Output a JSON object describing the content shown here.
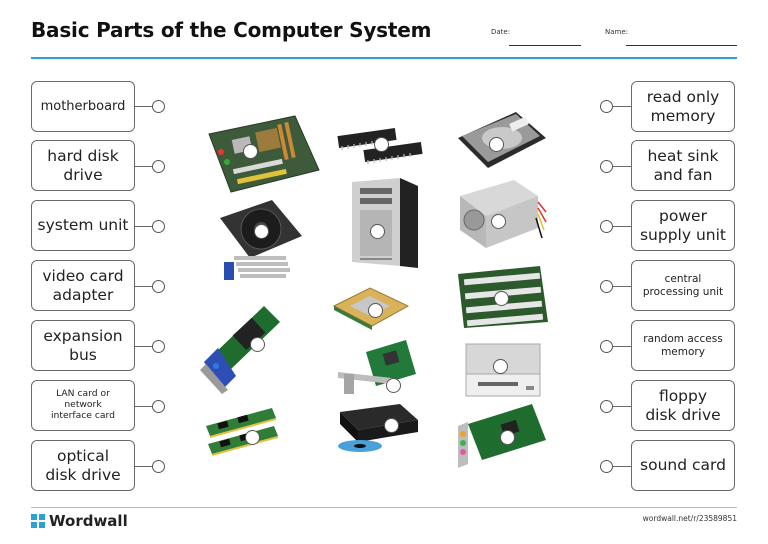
{
  "header": {
    "title": "Basic Parts of the Computer System",
    "date_label": "Date:",
    "name_label": "Name:"
  },
  "left_labels": [
    {
      "text": "motherboard"
    },
    {
      "text": "hard disk drive"
    },
    {
      "text": "system unit"
    },
    {
      "text": "video card adapter"
    },
    {
      "text": "expansion bus"
    },
    {
      "text": "LAN card or network interface card"
    },
    {
      "text": "optical disk drive"
    }
  ],
  "right_labels": [
    {
      "text": "read only memory"
    },
    {
      "text": "heat sink and fan"
    },
    {
      "text": "power supply unit"
    },
    {
      "text": "central processing unit"
    },
    {
      "text": "random access memory"
    },
    {
      "text": "floppy disk drive"
    },
    {
      "text": "sound card"
    }
  ],
  "footer": {
    "logo_text": "Wordwall",
    "url": "wordwall.net/r/23589851"
  },
  "colors": {
    "accent_rule": "#2f9fd8",
    "box_border": "#6a6a6a"
  }
}
